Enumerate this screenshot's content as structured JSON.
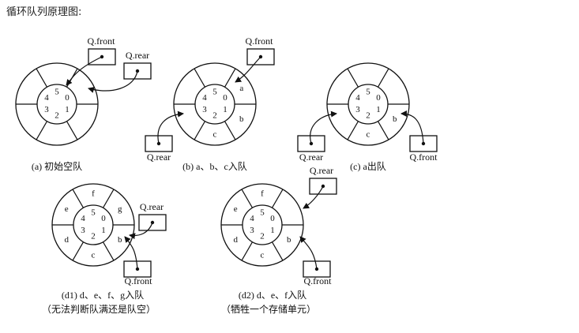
{
  "page_title": "循环队列原理图:",
  "labels": {
    "front": "Q.front",
    "rear": "Q.rear"
  },
  "inner_numbers": [
    "0",
    "1",
    "2",
    "3",
    "4",
    "5"
  ],
  "panels": [
    {
      "id": "a",
      "caption": "(a) 初始空队",
      "caption2": "",
      "outer": [
        "",
        "",
        "",
        "",
        "",
        ""
      ]
    },
    {
      "id": "b",
      "caption": "(b) a、b、c入队",
      "caption2": "",
      "outer": [
        "a",
        "b",
        "c",
        "",
        "",
        ""
      ]
    },
    {
      "id": "c",
      "caption": "(c) a出队",
      "caption2": "",
      "outer": [
        "",
        "b",
        "c",
        "",
        "",
        ""
      ]
    },
    {
      "id": "d1",
      "caption": "(d1) d、e、f、g入队",
      "caption2": "（无法判断队满还是队空）",
      "outer": [
        "g",
        "b",
        "c",
        "d",
        "e",
        "f"
      ]
    },
    {
      "id": "d2",
      "caption": "(d2) d、e、f入队",
      "caption2": "（牺牲一个存储单元）",
      "outer": [
        "",
        "b",
        "c",
        "d",
        "e",
        "f"
      ]
    }
  ]
}
